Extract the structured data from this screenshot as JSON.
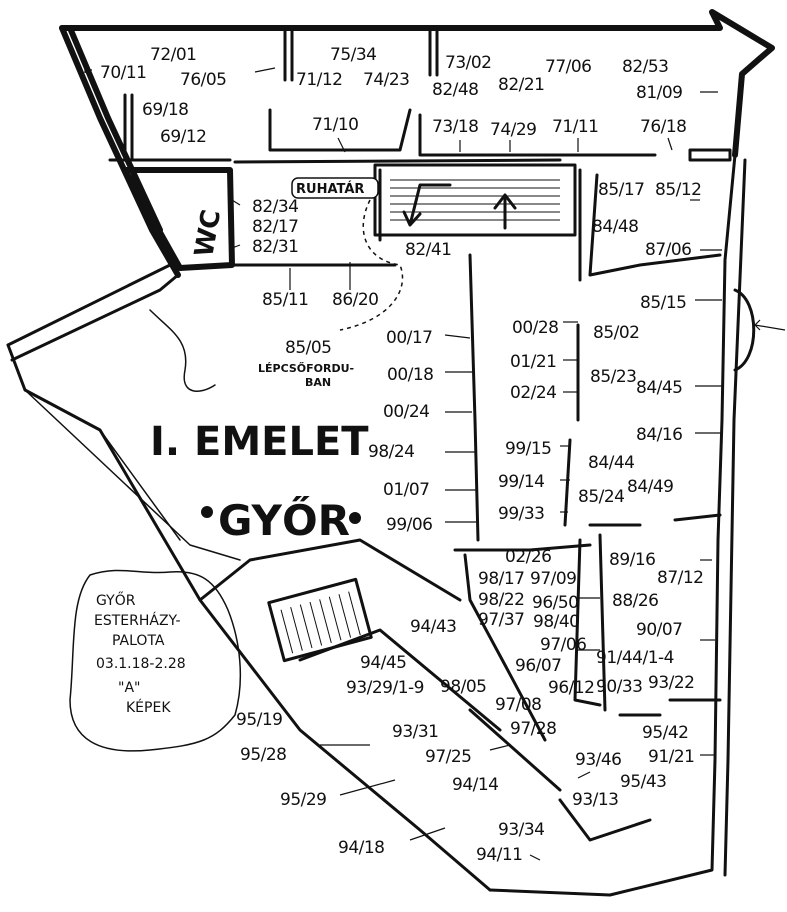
{
  "title": "I. EMELET",
  "city": "GYŐR",
  "caption_lines": [
    "GYŐR",
    "ESTERHÁZY-",
    "PALOTA",
    "03.1.18-2.28",
    "\"A\"",
    "KÉPEK"
  ],
  "room_labels": {
    "wc": "WC",
    "cloakroom": "RUHATÁR",
    "stair_landing_1": "LÉPCSŐFORDU-",
    "stair_landing_2": "BAN"
  },
  "codes": [
    "70/11",
    "72/01",
    "76/05",
    "75/34",
    "71/12",
    "74/23",
    "73/02",
    "82/48",
    "82/21",
    "77/06",
    "82/53",
    "81/09",
    "69/18",
    "69/12",
    "71/10",
    "73/18",
    "74/29",
    "71/11",
    "76/18",
    "82/34",
    "82/17",
    "82/31",
    "85/17",
    "85/12",
    "84/48",
    "87/06",
    "82/41",
    "85/11",
    "86/20",
    "85/05",
    "00/17",
    "00/28",
    "85/02",
    "85/15",
    "01/21",
    "00/18",
    "85/23",
    "02/24",
    "84/45",
    "00/24",
    "84/16",
    "98/24",
    "99/15",
    "84/44",
    "99/14",
    "01/07",
    "85/24",
    "84/49",
    "99/33",
    "99/06",
    "02/26",
    "98/17",
    "97/09",
    "89/16",
    "87/12",
    "98/22",
    "96/50",
    "88/26",
    "97/37",
    "98/40",
    "90/07",
    "94/43",
    "97/06",
    "96/07",
    "91/44/1-4",
    "94/45",
    "96/12",
    "93/29/1-9",
    "98/05",
    "90/33",
    "93/22",
    "97/08",
    "97/28",
    "95/19",
    "93/31",
    "95/42",
    "95/28",
    "97/25",
    "93/46",
    "91/21",
    "94/14",
    "95/43",
    "95/29",
    "93/13",
    "93/34",
    "94/18",
    "94/11"
  ]
}
